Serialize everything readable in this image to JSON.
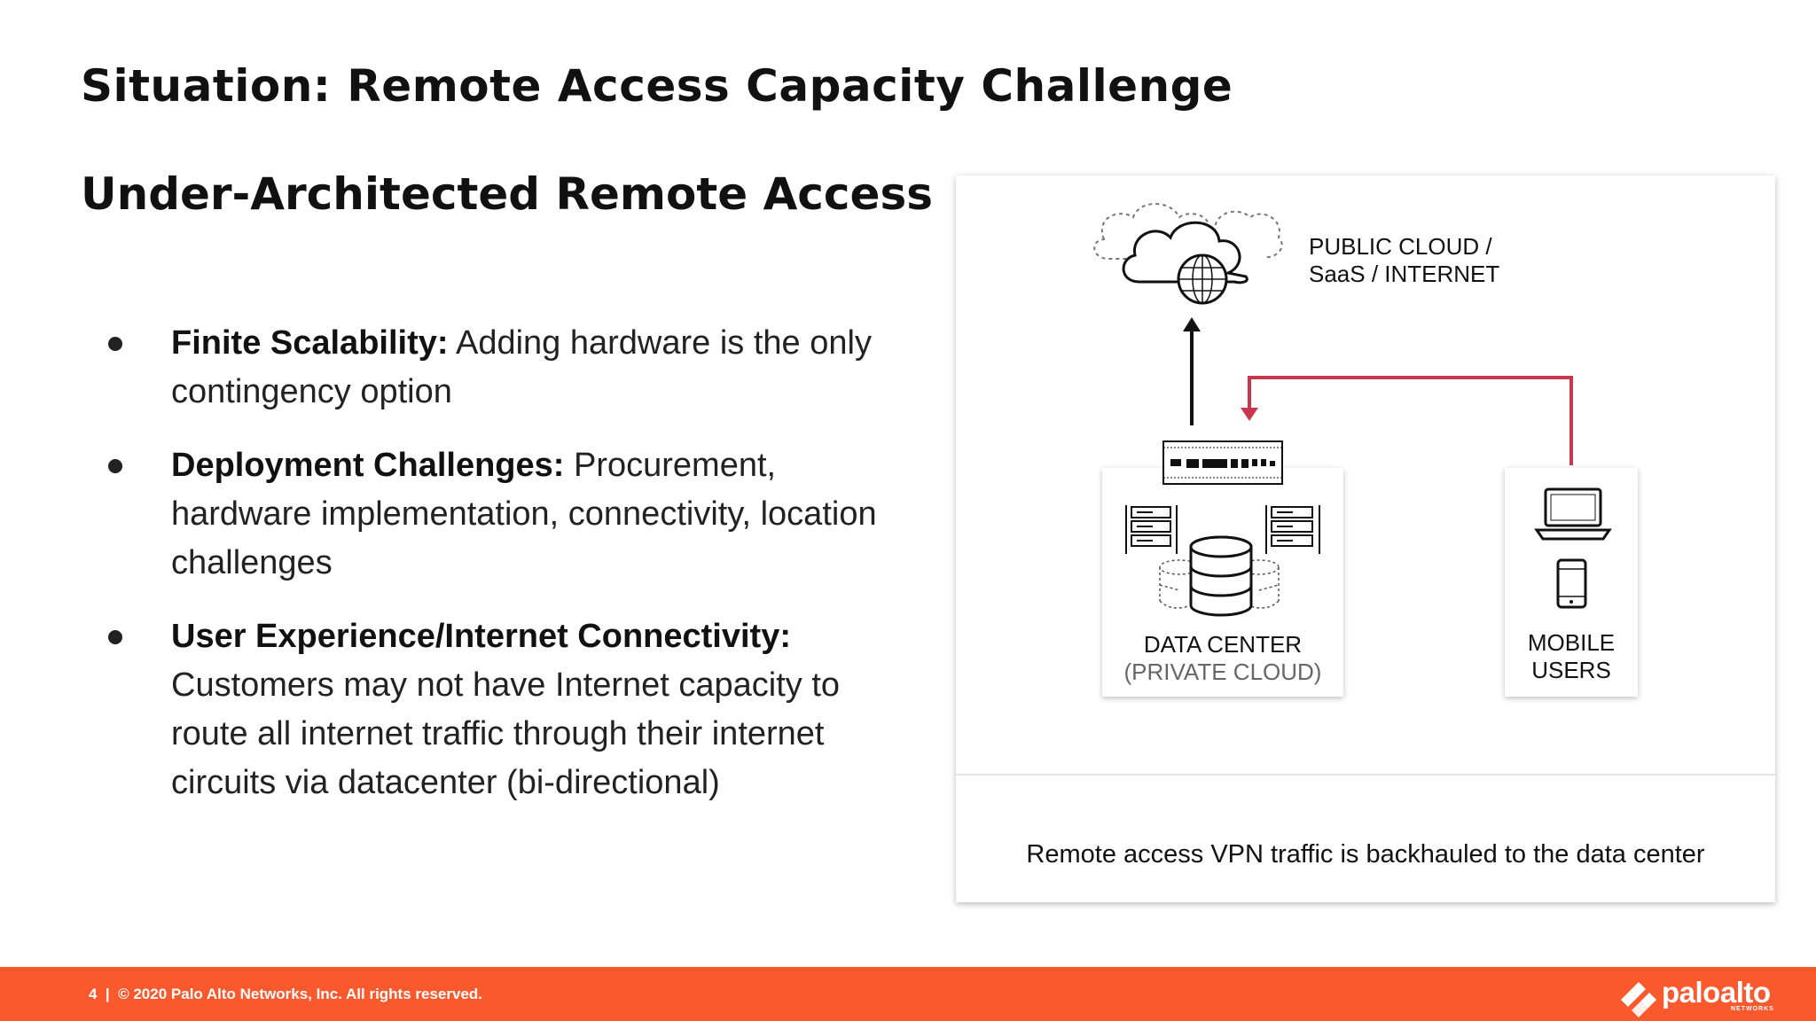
{
  "slide": {
    "title": "Situation: Remote Access Capacity Challenge",
    "subtitle": "Under-Architected Remote Access"
  },
  "bullets": [
    {
      "heading": "Finite Scalability:",
      "text": " Adding hardware is the only contingency option"
    },
    {
      "heading": "Deployment Challenges:",
      "text": " Procurement, hardware implementation, connectivity, location challenges"
    },
    {
      "heading": "User Experience/Internet Connectivity:",
      "text": " Customers may not have Internet capacity to route all internet traffic through their internet circuits via datacenter (bi-directional)"
    }
  ],
  "diagram": {
    "cloud_label_line1": "PUBLIC CLOUD /",
    "cloud_label_line2": "SaaS / INTERNET",
    "datacenter_label_line1": "DATA CENTER",
    "datacenter_label_line2": "(PRIVATE CLOUD)",
    "mobile_label_line1": "MOBILE",
    "mobile_label_line2": "USERS",
    "caption": "Remote access VPN traffic is backhauled to the data center",
    "colors": {
      "backhaul_arrow": "#c8374b",
      "internet_arrow": "#111111"
    }
  },
  "footer": {
    "copyright": "4  |  © 2020 Palo Alto Networks, Inc. All rights reserved.",
    "logo_text": "paloalto",
    "logo_subtext": "NETWORKS",
    "color": "#fa582d"
  }
}
